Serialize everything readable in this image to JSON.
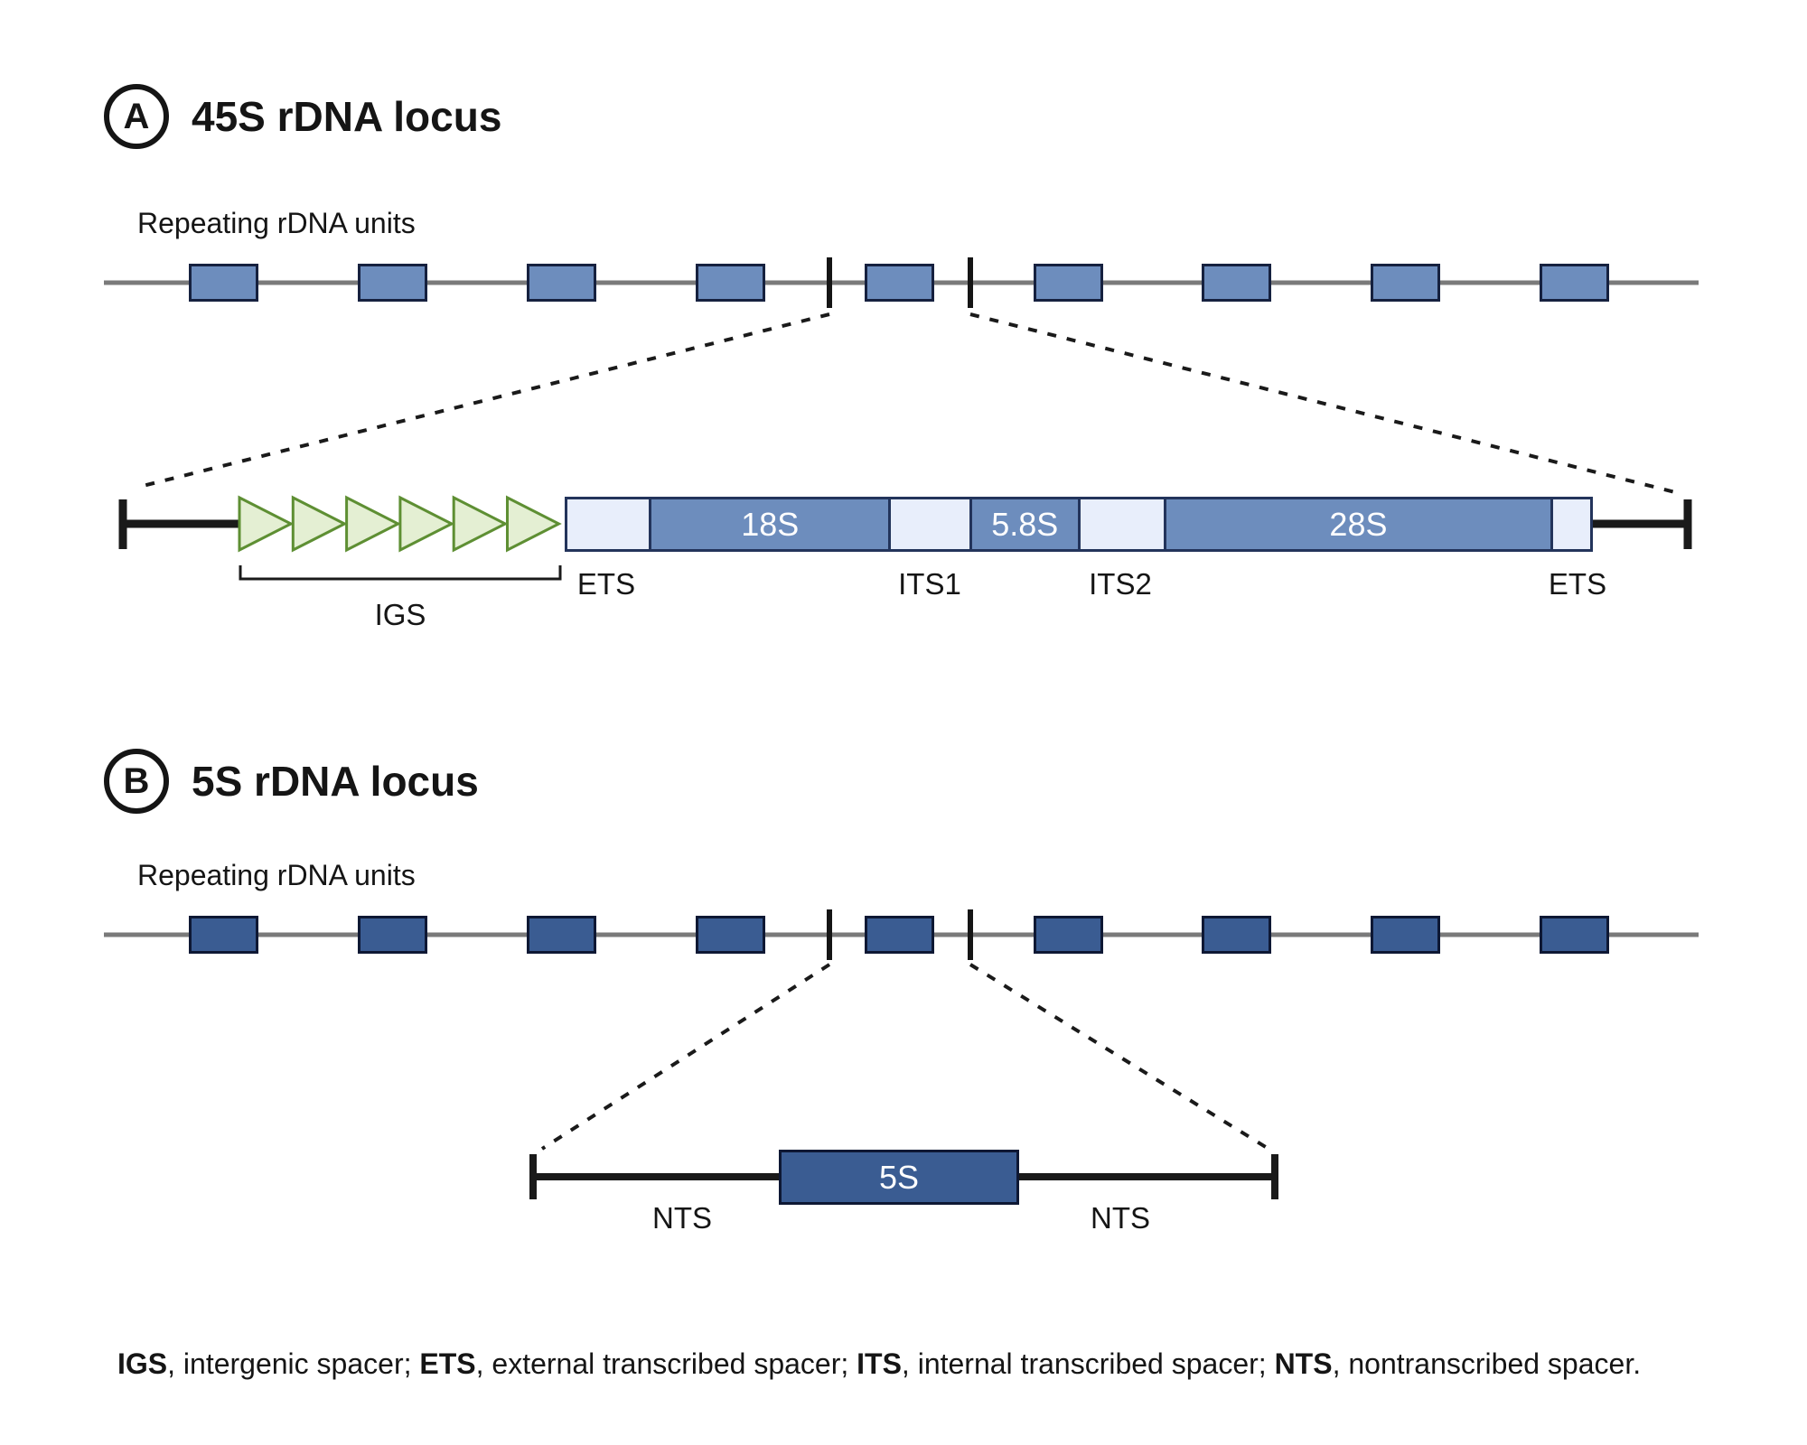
{
  "colors": {
    "gene_fill_a": "#6d8dbd",
    "gene_fill_b": "#3a5c92",
    "spacer_fill": "#e8eefb",
    "outline_navy": "#23345b",
    "repeat_border_a": "#16213f",
    "repeat_border_b": "#0e1834",
    "arrow_fill": "#e4efd3",
    "arrow_stroke": "#5e8f33",
    "line_gray": "#7a7a7a",
    "ink": "#151515"
  },
  "panel_a": {
    "badge": "A",
    "title": "45S rDNA locus",
    "repeat_label": "Repeating rDNA units",
    "repeat_count": 9,
    "arrow_count": 6,
    "igs_label": "IGS",
    "gene_labels": {
      "s18": "18S",
      "s58": "5.8S",
      "s28": "28S"
    },
    "spacer_labels": {
      "ets_left": "ETS",
      "its1": "ITS1",
      "its2": "ITS2",
      "ets_right": "ETS"
    }
  },
  "panel_b": {
    "badge": "B",
    "title": "5S rDNA locus",
    "repeat_label": "Repeating rDNA units",
    "repeat_count": 9,
    "gene_label": "5S",
    "spacer_labels": {
      "nts_left": "NTS",
      "nts_right": "NTS"
    }
  },
  "legend": {
    "parts": [
      {
        "abbr": "IGS",
        "desc": ", intergenic spacer; "
      },
      {
        "abbr": "ETS",
        "desc": ", external transcribed spacer; "
      },
      {
        "abbr": "ITS",
        "desc": ", internal transcribed spacer; "
      },
      {
        "abbr": "NTS",
        "desc": ", nontranscribed spacer."
      }
    ]
  }
}
